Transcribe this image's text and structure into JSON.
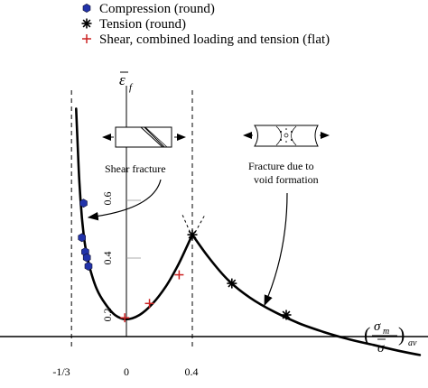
{
  "chart_data": {
    "type": "scatter",
    "legend": [
      {
        "name": "Compression (round)",
        "marker": "hexagon",
        "color": "#2233aa"
      },
      {
        "name": "Tension (round)",
        "marker": "asterisk",
        "color": "#000000"
      },
      {
        "name": "Shear, combined loading and tension (flat)",
        "marker": "plus",
        "color": "#cc2222"
      }
    ],
    "xlabel": {
      "main": "σ",
      "sub": "m",
      "den": "σ",
      "bar": "¯",
      "outsub": "av"
    },
    "ylabel": {
      "main": "ε",
      "sub": "f"
    },
    "x_ticks": [
      "-1/3",
      "0",
      "0.4"
    ],
    "y_ticks": [
      "0.2",
      "0.4",
      "0.6"
    ],
    "xlim": [
      -0.45,
      1.8
    ],
    "ylim": [
      0.0,
      0.92
    ],
    "vertical_lines": [
      -0.3333,
      0.4
    ],
    "series": [
      {
        "name": "Compression (round)",
        "marker": "hexagon",
        "color": "#2233aa",
        "x": [
          -0.26,
          -0.27,
          -0.25,
          -0.24,
          -0.23
        ],
        "y": [
          0.59,
          0.47,
          0.42,
          0.4,
          0.37
        ]
      },
      {
        "name": "Tension (round)",
        "marker": "asterisk",
        "color": "#000000",
        "x": [
          0.4,
          0.64,
          0.97
        ],
        "y": [
          0.48,
          0.31,
          0.2
        ]
      },
      {
        "name": "Shear, combined loading and tension (flat)",
        "marker": "plus",
        "color": "#cc2222",
        "x": [
          -0.01,
          0.14,
          0.32
        ],
        "y": [
          0.19,
          0.24,
          0.34
        ]
      }
    ],
    "fit_curves": [
      {
        "segment": "low-triaxiality",
        "x": [
          -0.305,
          -0.295,
          -0.285,
          -0.27,
          -0.25,
          -0.22,
          -0.18,
          -0.13,
          -0.07,
          0.0,
          0.08,
          0.16,
          0.24,
          0.31,
          0.36,
          0.4
        ],
        "y": [
          0.92,
          0.78,
          0.66,
          0.54,
          0.44,
          0.36,
          0.29,
          0.24,
          0.2,
          0.185,
          0.2,
          0.24,
          0.3,
          0.37,
          0.43,
          0.48
        ]
      },
      {
        "segment": "high-triaxiality",
        "x": [
          0.4,
          0.5,
          0.62,
          0.75,
          0.9,
          1.05,
          1.2,
          1.35,
          1.5,
          1.65,
          1.78
        ],
        "y": [
          0.48,
          0.4,
          0.32,
          0.26,
          0.21,
          0.17,
          0.14,
          0.115,
          0.095,
          0.075,
          0.06
        ]
      }
    ],
    "annotations": [
      {
        "text": "Shear fracture"
      },
      {
        "text_lines": [
          "Fracture due to",
          "void formation"
        ]
      }
    ],
    "grid": false
  }
}
